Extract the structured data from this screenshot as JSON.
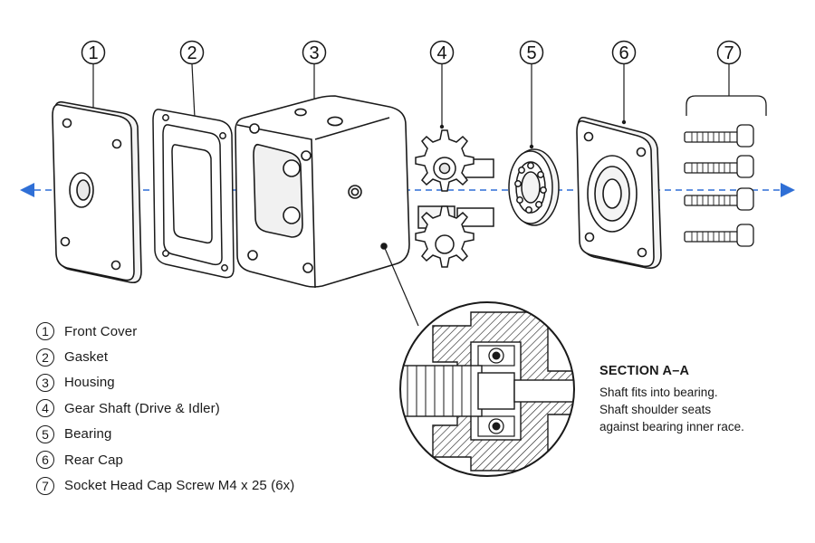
{
  "callouts": [
    "1",
    "2",
    "3",
    "4",
    "5",
    "6",
    "7"
  ],
  "legend": [
    {
      "num": "1",
      "label": "Front Cover"
    },
    {
      "num": "2",
      "label": "Gasket"
    },
    {
      "num": "3",
      "label": "Housing"
    },
    {
      "num": "4",
      "label": "Gear Shaft (Drive & Idler)"
    },
    {
      "num": "5",
      "label": "Bearing"
    },
    {
      "num": "6",
      "label": "Rear Cap"
    },
    {
      "num": "7",
      "label": "Socket Head Cap Screw M4 x 25 (6x)"
    }
  ],
  "section": {
    "title": "SECTION A–A",
    "lines": [
      "Shaft fits into bearing.",
      "Shaft shoulder seats",
      "against bearing inner race."
    ]
  },
  "colors": {
    "axis": "#2f6fd6",
    "ink": "#1a1a1a",
    "hatch": "#1a1a1a"
  },
  "icons": {
    "axis_left": "arrow-left-icon",
    "axis_right": "arrow-right-icon"
  }
}
